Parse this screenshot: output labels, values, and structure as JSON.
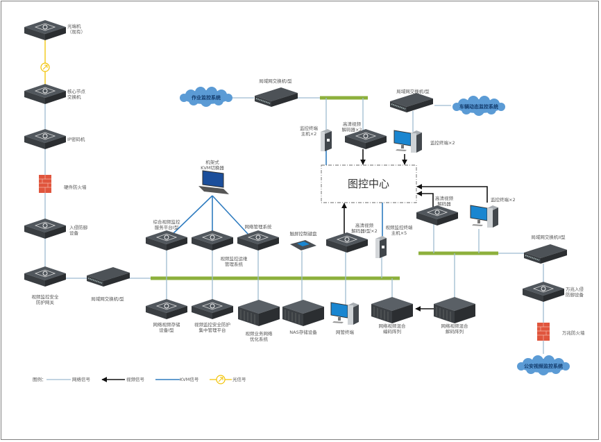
{
  "center": {
    "title": "图控中心"
  },
  "left_chain": {
    "optical_terminal": [
      "光端机",
      "（现有）"
    ],
    "core_switch": [
      "核心节点",
      "交换机"
    ],
    "ip_encryptor": "IP密码机",
    "hw_firewall": "硬件防火墙",
    "ips": [
      "入侵防御",
      "设备"
    ],
    "security_gateway": [
      "视频监控安全",
      "防护网关"
    ],
    "lan_switch": "局域网交换机I型"
  },
  "top": {
    "cloud_work": "作业监控系统",
    "lan_switch_left": "局域网交换机I型",
    "terminal_host": [
      "监控终端",
      "主机×2"
    ],
    "hd_decoder": [
      "高清视频",
      "解码器×2"
    ],
    "lan_switch_right": "局域网交换机I型",
    "cloud_vehicle": "车辆动态监控系统",
    "monitor_terminal": "监控终端×2"
  },
  "middle": {
    "kvm": [
      "机架式",
      "KVM切换器"
    ],
    "platform": [
      "综合视频监控",
      "服务平台I型"
    ],
    "ops_system": [
      "视频监控运维",
      "管理系统"
    ],
    "nms": "网络管理系统",
    "touch_keyboard": "触屏控制键盘",
    "hd_decoder_i": [
      "高清视频",
      "解码器I型×2"
    ],
    "terminal_host5": [
      "视频监控终端",
      "主机×5"
    ]
  },
  "right": {
    "hd_decoder": [
      "高清视频",
      "解码器"
    ],
    "monitor_terminal": "监控终端×2",
    "lan_switch_ii": "局域网交换机II型",
    "ips_10g": [
      "万兆入侵",
      "防御设备"
    ],
    "firewall_10g": "万兆防火墙",
    "cloud_police": "公安视频监控系统"
  },
  "bottom": {
    "storage": [
      "网络视频存储",
      "设备I型"
    ],
    "sec_mgmt": [
      "视频监控安全防护",
      "集中管理平台"
    ],
    "optimizer": [
      "视频业务网络",
      "优化系统"
    ],
    "nas": "NAS存储设备",
    "nms_terminal": "网管终端",
    "encoder_array": [
      "网络视频混合",
      "编码阵列"
    ],
    "decoder_array": [
      "网络视频混合",
      "解码阵列"
    ]
  },
  "legend": {
    "title": "图例：",
    "network": "网络信号",
    "video": "视频信号",
    "kvm": "KVM信号",
    "optical": "光信号"
  },
  "colors": {
    "bus": "#8db03c",
    "network": "#9dbbd0",
    "kvm": "#2e7bbf",
    "video": "#111111",
    "optical": "#f2c200",
    "cloud": "#5b9bd5",
    "firewall": "#e0553d"
  }
}
